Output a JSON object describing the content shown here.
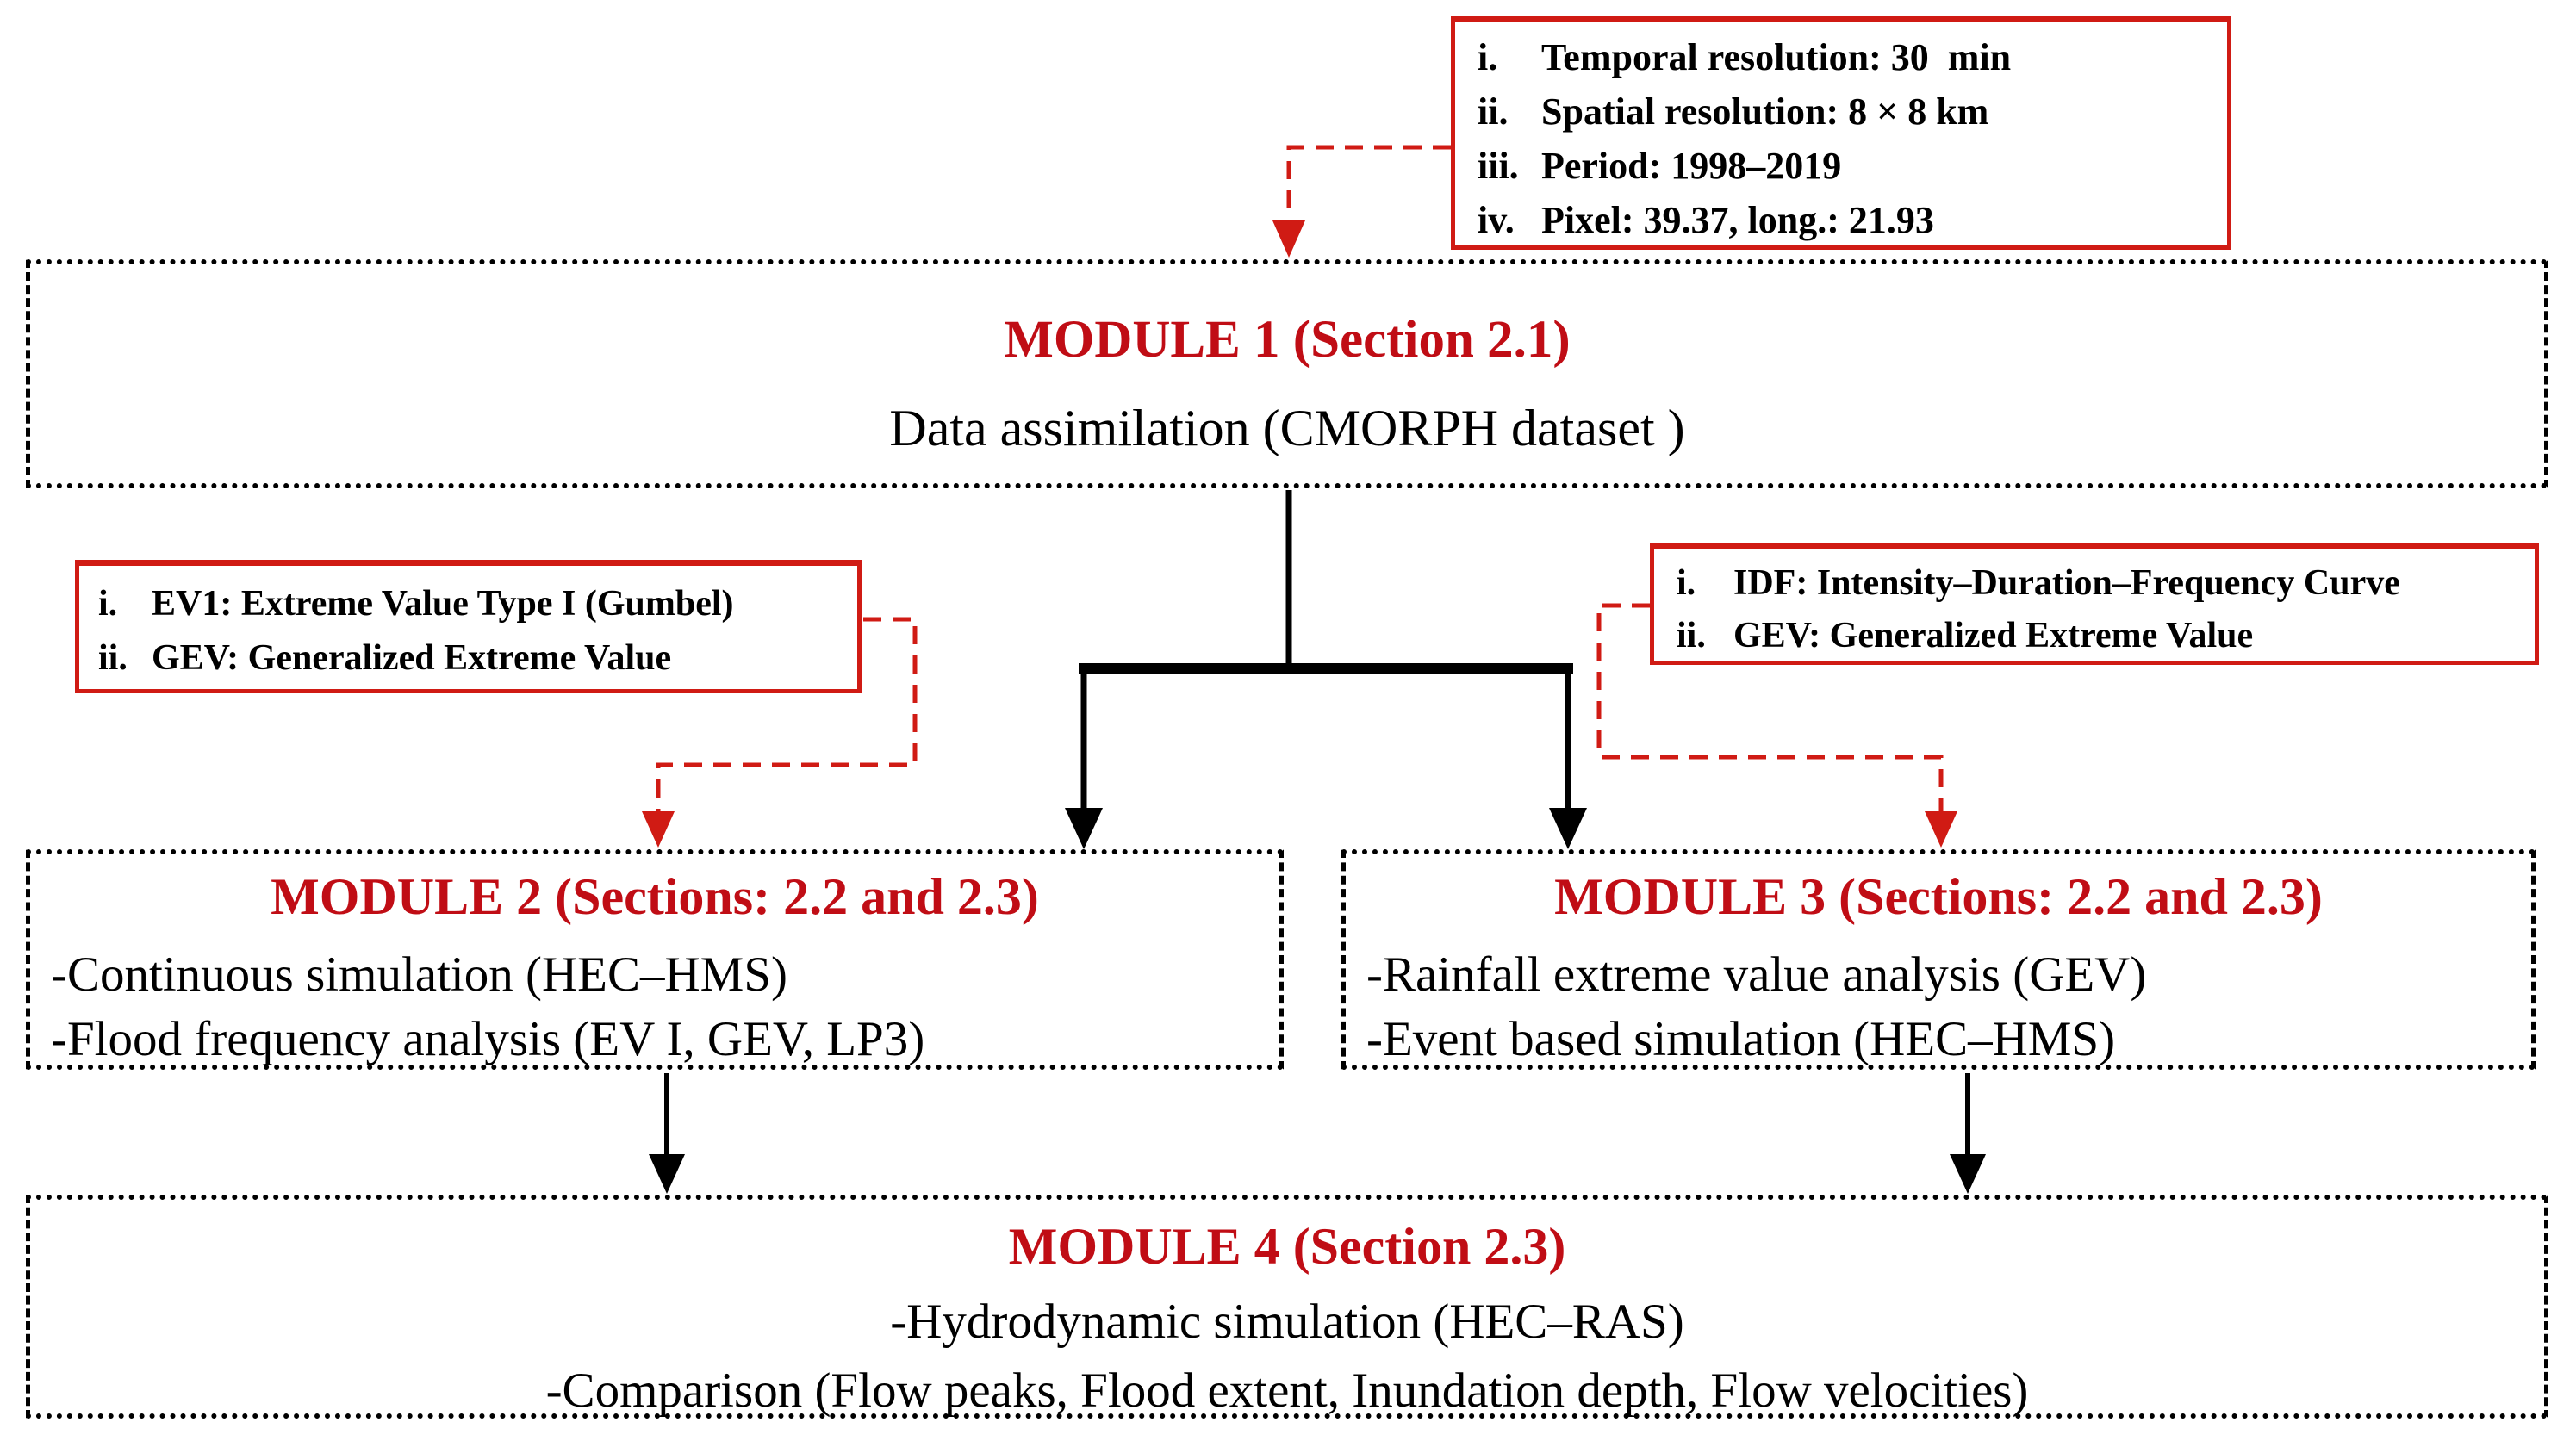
{
  "palette": {
    "accent_red": "#d01b14",
    "title_red": "#c00d15",
    "ink": "#000000"
  },
  "info_boxes": {
    "cmorph": {
      "items": [
        {
          "m": "i.",
          "t": "Temporal resolution: 30  min"
        },
        {
          "m": "ii.",
          "t": "Spatial resolution: 8 × 8 km"
        },
        {
          "m": "iii.",
          "t": "Period: 1998–2019"
        },
        {
          "m": "iv.",
          "t": "Pixel: 39.37, long.: 21.93"
        }
      ]
    },
    "ev_legend": {
      "items": [
        {
          "m": "i.",
          "t": "EV1: Extreme Value Type I (Gumbel)"
        },
        {
          "m": "ii.",
          "t": "GEV: Generalized Extreme Value"
        }
      ]
    },
    "idf_legend": {
      "items": [
        {
          "m": "i.",
          "t": "IDF: Intensity–Duration–Frequency Curve"
        },
        {
          "m": "ii.",
          "t": "GEV: Generalized Extreme Value"
        }
      ]
    }
  },
  "modules": {
    "module1": {
      "title": "MODULE 1 (Section 2.1)",
      "lines": [
        "Data assimilation (CMORPH dataset )"
      ]
    },
    "module2": {
      "title": "MODULE 2 (Sections: 2.2 and 2.3)",
      "lines": [
        "-Continuous simulation (HEC–HMS)",
        "-Flood frequency analysis (EV I, GEV, LP3)"
      ]
    },
    "module3": {
      "title": "MODULE 3 (Sections: 2.2 and 2.3)",
      "lines": [
        "-Rainfall extreme value analysis (GEV)",
        "-Event based simulation (HEC–HMS)"
      ]
    },
    "module4": {
      "title": "MODULE 4 (Section 2.3)",
      "lines": [
        "-Hydrodynamic simulation (HEC–RAS)",
        "-Comparison (Flow peaks, Flood extent, Inundation depth, Flow velocities)"
      ]
    }
  }
}
